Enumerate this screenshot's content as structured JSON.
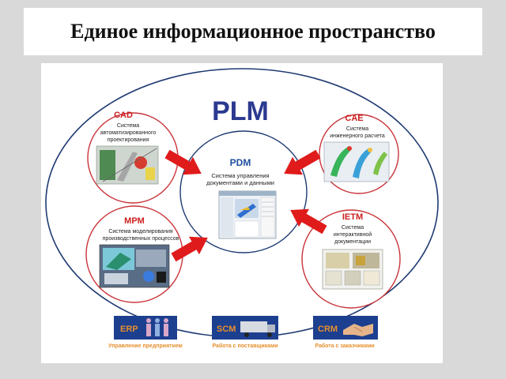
{
  "slide": {
    "title": "Единое информационное пространство"
  },
  "diagram": {
    "plm_label": "PLM",
    "pdm": {
      "name": "PDM",
      "desc_line1": "Система управления",
      "desc_line2": "документами и данными"
    },
    "cad": {
      "name": "CAD",
      "desc_line1": "Система",
      "desc_line2": "автоматизированного",
      "desc_line3": "проектирования"
    },
    "cae": {
      "name": "CAE",
      "desc_line1": "Система",
      "desc_line2": "инженерного расчета"
    },
    "mpm": {
      "name": "MPM",
      "desc_line1": "Система моделирования",
      "desc_line2": "производственных процессов"
    },
    "ietm": {
      "name": "IETM",
      "desc_line1": "Система",
      "desc_line2": "интерактивной",
      "desc_line3": "документации"
    },
    "bottom": [
      {
        "name": "ERP",
        "caption": "Управление предприятием"
      },
      {
        "name": "SCM",
        "caption": "Работа с поставщиками"
      },
      {
        "name": "CRM",
        "caption": "Работа с заказчиками"
      }
    ],
    "colors": {
      "plm_text": "#2b3990",
      "module_name": "#cc1f1f",
      "circle_stroke": "#c9343a",
      "arrow_fill": "#e01b1b",
      "pdm_name": "#1f4e9c",
      "bottom_box": "#1d3f8f",
      "bottom_caption": "#e58f2e",
      "outer_ellipse": "#1f3b73"
    }
  }
}
